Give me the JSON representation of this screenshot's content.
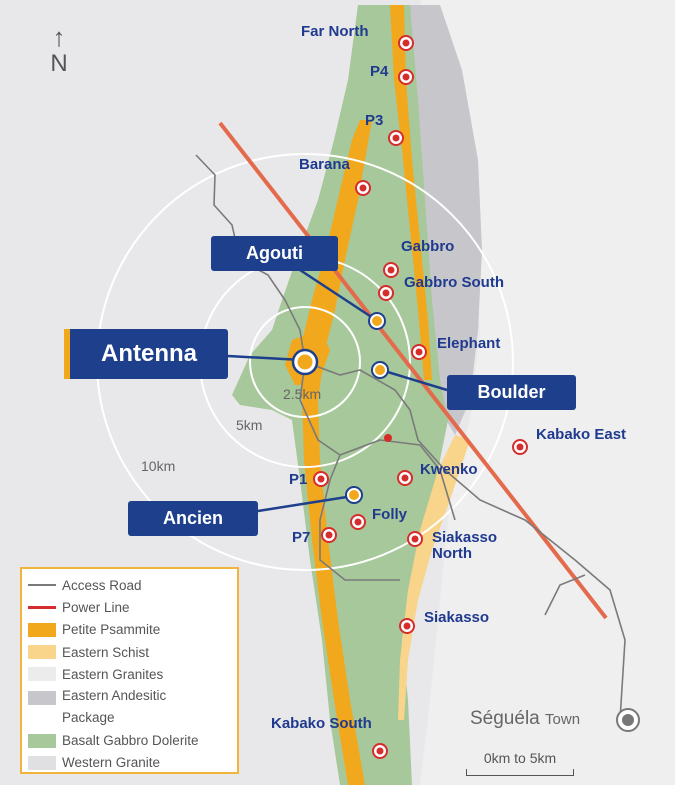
{
  "north_label": "N",
  "colors": {
    "background_granite": "#e8e8ea",
    "eastern_granite": "#ececec",
    "andesitic": "#c6c6cb",
    "dolerite": "#a7c89a",
    "psammite": "#f2a81d",
    "schist": "#f8d58a",
    "power_line": "#e46a4c",
    "road": "#7a7a7a",
    "deposit_marker": "#d62c2c",
    "callout_bg": "#1d3f8c",
    "accent_bar": "#f2a81d",
    "label_blue": "#1f3a8f"
  },
  "deposits": [
    {
      "name": "Far North"
    },
    {
      "name": "P4"
    },
    {
      "name": "P3"
    },
    {
      "name": "Barana"
    },
    {
      "name": "Gabbro"
    },
    {
      "name": "Gabbro South"
    },
    {
      "name": "Elephant"
    },
    {
      "name": "Kabako East"
    },
    {
      "name": "Kwenko"
    },
    {
      "name": "P1"
    },
    {
      "name": "Folly"
    },
    {
      "name": "P7"
    },
    {
      "name": "Siakasso North"
    },
    {
      "name": "Siakasso"
    },
    {
      "name": "Kabako South"
    }
  ],
  "callouts": {
    "agouti": "Agouti",
    "antenna": "Antenna",
    "boulder": "Boulder",
    "ancien": "Ancien"
  },
  "rings": {
    "r1": "2.5km",
    "r2": "5km",
    "r3": "10km"
  },
  "town": {
    "name": "Séguéla",
    "suffix": "Town"
  },
  "scale_bar": "0km to 5km",
  "legend": [
    {
      "label": "Access Road"
    },
    {
      "label": "Power Line"
    },
    {
      "label": "Petite Psammite"
    },
    {
      "label": "Eastern Schist"
    },
    {
      "label": "Eastern Granites"
    },
    {
      "label": "Eastern Andesitic Package"
    },
    {
      "label": "Basalt Gabbro Dolerite"
    },
    {
      "label": "Western Granite"
    }
  ]
}
